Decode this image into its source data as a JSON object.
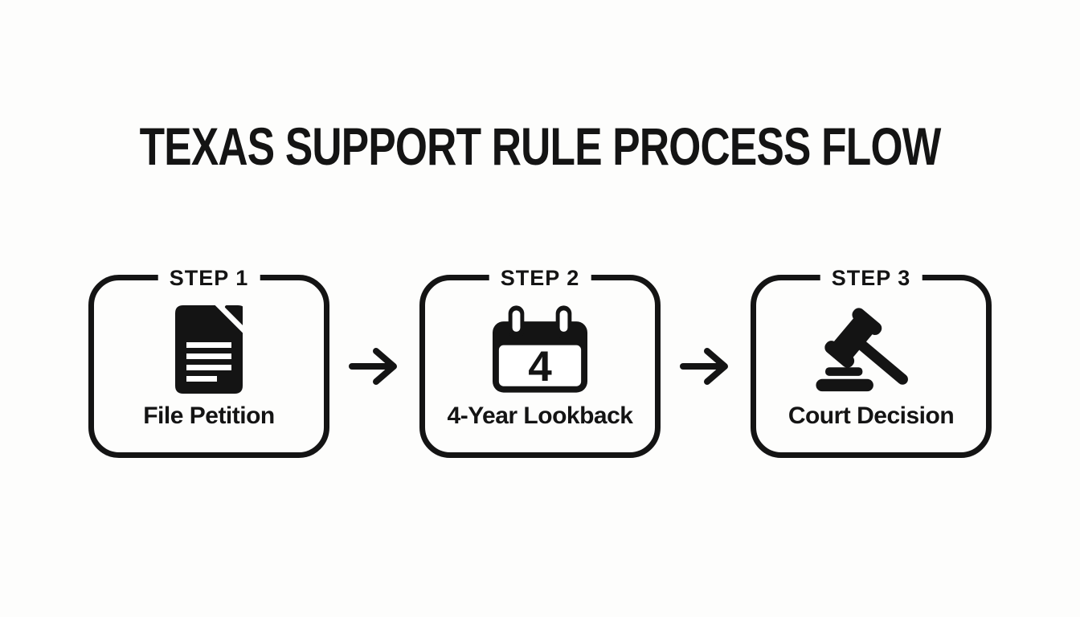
{
  "title": "TEXAS SUPPORT RULE PROCESS FLOW",
  "steps": [
    {
      "label": "STEP 1",
      "caption": "File Petition",
      "icon": "document-icon"
    },
    {
      "label": "STEP 2",
      "caption": "4-Year Lookback",
      "icon": "calendar-icon",
      "calendar_number": "4"
    },
    {
      "label": "STEP 3",
      "caption": "Court Decision",
      "icon": "gavel-icon"
    }
  ],
  "arrow_icon": "right-arrow-icon",
  "colors": {
    "ink": "#141414",
    "background": "#fdfdfc"
  }
}
